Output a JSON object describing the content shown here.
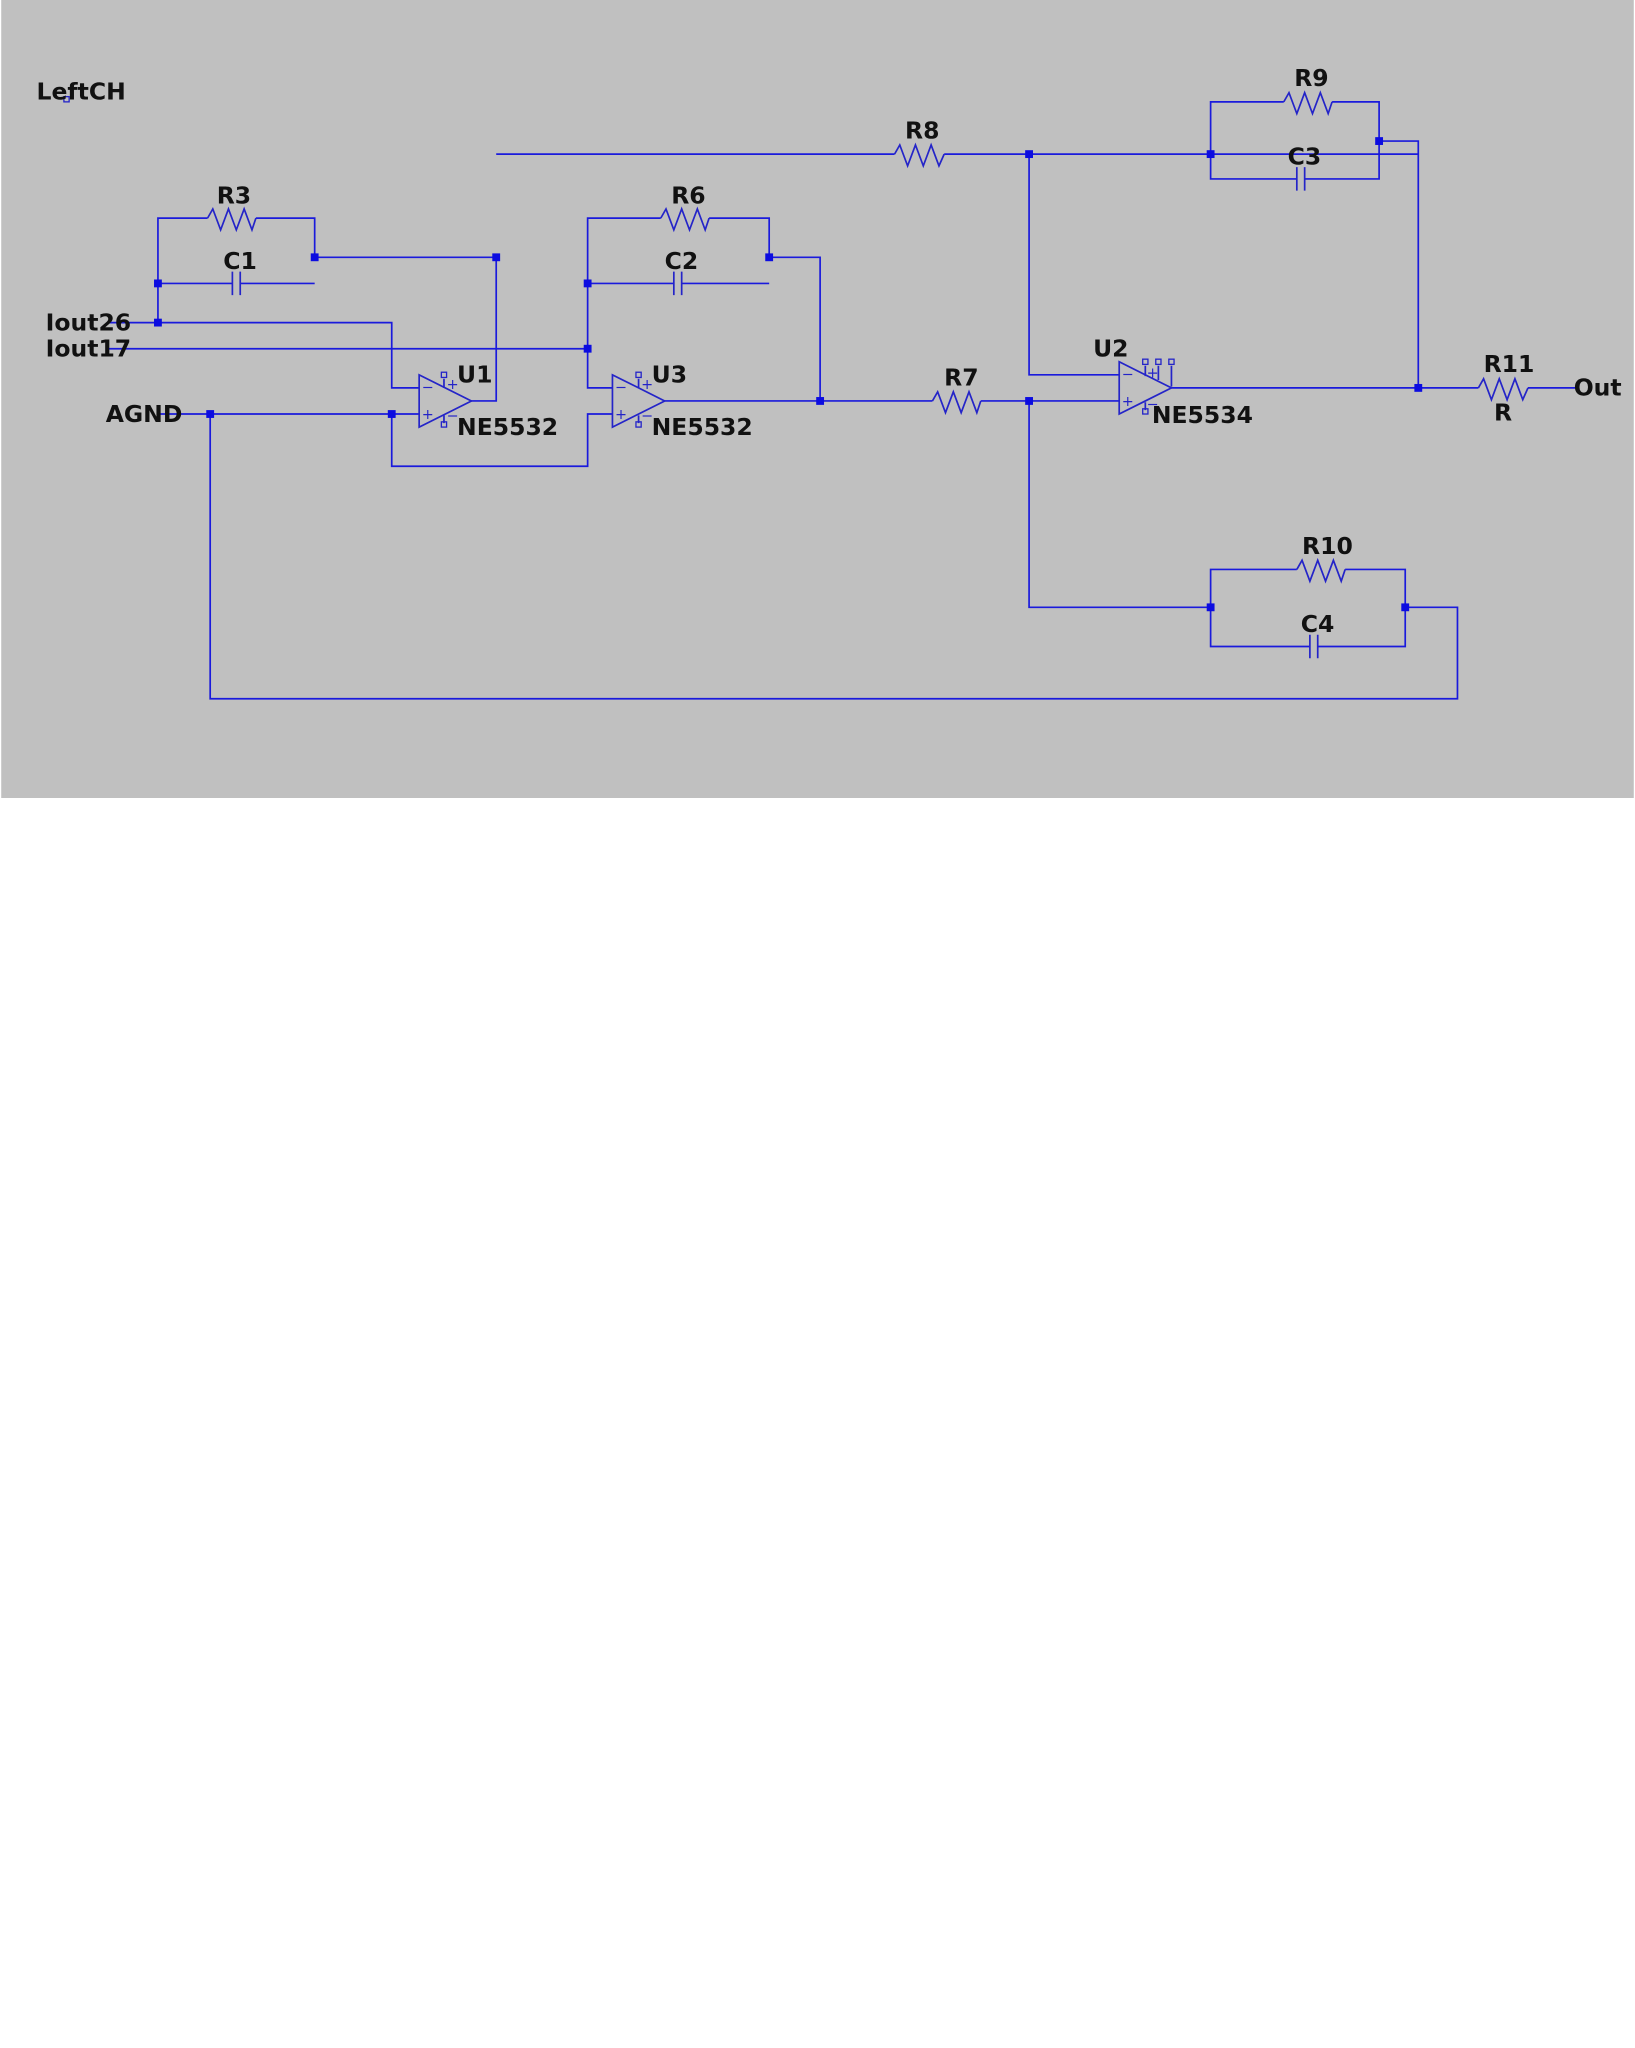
{
  "canvas": {
    "background": "#c0c0c0",
    "wire_color": "#1a1adc",
    "junction_color": "#0c0ce0"
  },
  "labels": {
    "leftch": "LeftCH",
    "iout26": "Iout26",
    "iout17": "Iout17",
    "agnd": "AGND",
    "out": "Out"
  },
  "components": {
    "r3": "R3",
    "c1": "C1",
    "r6": "R6",
    "c2": "C2",
    "r8": "R8",
    "r9": "R9",
    "c3": "C3",
    "r7": "R7",
    "r10": "R10",
    "c4": "C4",
    "r11": "R11",
    "r11_value": "R",
    "u1": "U1",
    "u1_part": "NE5532",
    "u3": "U3",
    "u3_part": "NE5532",
    "u2": "U2",
    "u2_part": "NE5534"
  },
  "pin_marks": {
    "minus": "−",
    "plus": "+"
  }
}
